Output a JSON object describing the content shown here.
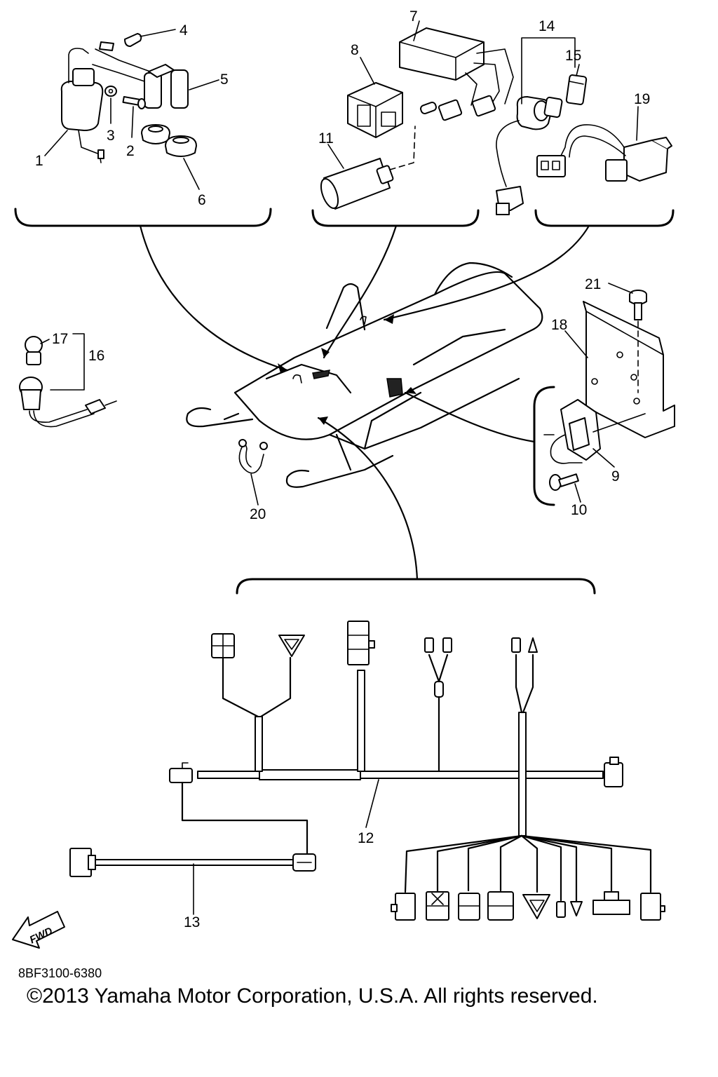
{
  "callouts": [
    {
      "id": "1",
      "label": "1"
    },
    {
      "id": "2",
      "label": "2"
    },
    {
      "id": "3",
      "label": "3"
    },
    {
      "id": "4",
      "label": "4"
    },
    {
      "id": "5",
      "label": "5"
    },
    {
      "id": "6",
      "label": "6"
    },
    {
      "id": "7",
      "label": "7"
    },
    {
      "id": "8",
      "label": "8"
    },
    {
      "id": "9",
      "label": "9"
    },
    {
      "id": "10",
      "label": "10"
    },
    {
      "id": "11",
      "label": "11"
    },
    {
      "id": "12",
      "label": "12"
    },
    {
      "id": "13",
      "label": "13"
    },
    {
      "id": "14",
      "label": "14"
    },
    {
      "id": "15",
      "label": "15"
    },
    {
      "id": "16",
      "label": "16"
    },
    {
      "id": "17",
      "label": "17"
    },
    {
      "id": "18",
      "label": "18"
    },
    {
      "id": "19",
      "label": "19"
    },
    {
      "id": "20",
      "label": "20"
    },
    {
      "id": "21",
      "label": "21"
    }
  ],
  "direction_marker": "FWD",
  "part_code": "8BF3100-6380",
  "copyright": "©2013 Yamaha Motor Corporation, U.S.A. All rights reserved."
}
